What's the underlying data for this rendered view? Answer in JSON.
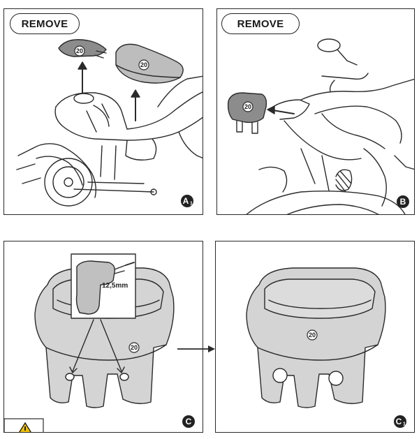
{
  "panels": {
    "a1": {
      "action": "REMOVE",
      "part": "20",
      "step": "A",
      "step_sub": "1"
    },
    "b": {
      "action": "REMOVE",
      "part": "20",
      "step": "B"
    },
    "c": {
      "part": "20",
      "drill_size": "12,5mm",
      "step": "C"
    },
    "c1": {
      "part": "20",
      "step": "C",
      "step_sub": "1"
    }
  },
  "colors": {
    "line": "#2a2a2a",
    "part_fill": "#8c8c8c",
    "shell_fill": "#c8c8c8",
    "step_badge": "#222222"
  }
}
